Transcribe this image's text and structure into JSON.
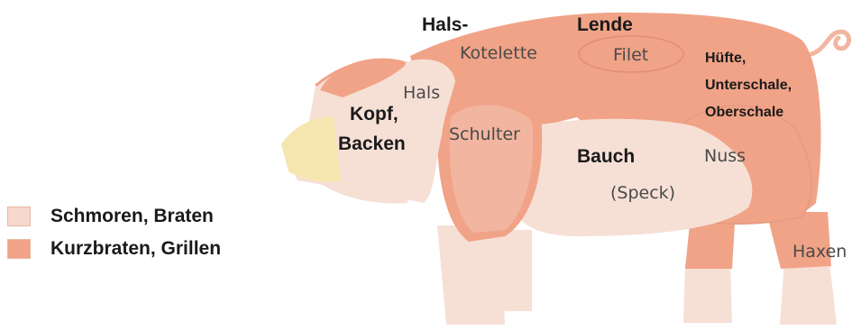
{
  "legend": {
    "items": [
      {
        "label": "Schmoren, Braten",
        "color": "#f6d9cc"
      },
      {
        "label": "Kurzbraten, Grillen",
        "color": "#f0a387"
      }
    ]
  },
  "cuts": {
    "hals_kotelette_bold": "Hals-",
    "hals_kotelette_rest": "Kotelette",
    "lende": "Lende",
    "filet": "Filet",
    "hals": "Hals",
    "kopf_backen_1": "Kopf,",
    "kopf_backen_2": "Backen",
    "schulter": "Schulter",
    "bauch": "Bauch",
    "speck": "(Speck)",
    "huefte_1": "Hüfte,",
    "huefte_2": "Unterschale,",
    "huefte_3": "Oberschale",
    "nuss": "Nuss",
    "haxen": "Haxen"
  },
  "colors": {
    "light_cut": "#f6d9cc",
    "dark_cut": "#f0a387",
    "snout": "#f5e6b0",
    "outline": "#e0998a"
  }
}
